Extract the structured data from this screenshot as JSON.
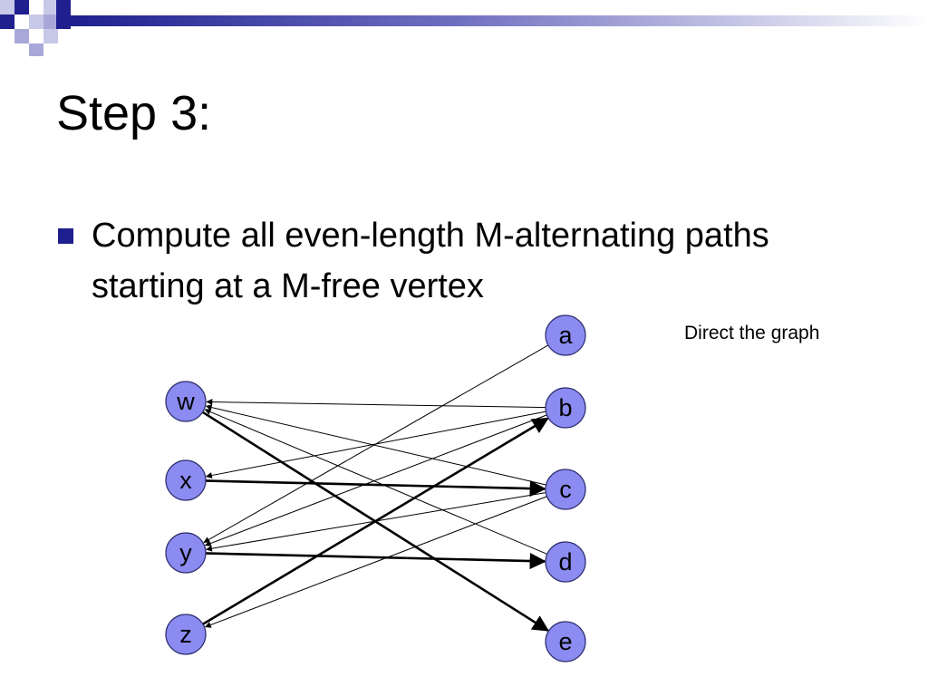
{
  "slide": {
    "title": "Step 3:",
    "bullet": "Compute all even-length M-alternating paths starting at a M-free vertex",
    "note": "Direct the graph"
  },
  "colors": {
    "node_fill": "#8b8bf2",
    "bullet": "#1f1f8f",
    "header_dark": "#1f1f8f",
    "header_light": "#a8a8d8"
  },
  "graph": {
    "left_nodes": [
      "w",
      "x",
      "y",
      "z"
    ],
    "right_nodes": [
      "a",
      "b",
      "c",
      "d",
      "e"
    ],
    "edges": [
      {
        "from": "w",
        "to": "e",
        "matched": true
      },
      {
        "from": "x",
        "to": "c",
        "matched": true
      },
      {
        "from": "y",
        "to": "d",
        "matched": true
      },
      {
        "from": "z",
        "to": "b",
        "matched": true
      },
      {
        "from": "b",
        "to": "w",
        "matched": false
      },
      {
        "from": "c",
        "to": "w",
        "matched": false
      },
      {
        "from": "d",
        "to": "w",
        "matched": false
      },
      {
        "from": "b",
        "to": "x",
        "matched": false
      },
      {
        "from": "a",
        "to": "y",
        "matched": false
      },
      {
        "from": "b",
        "to": "y",
        "matched": false
      },
      {
        "from": "c",
        "to": "y",
        "matched": false
      },
      {
        "from": "c",
        "to": "z",
        "matched": false
      }
    ]
  }
}
